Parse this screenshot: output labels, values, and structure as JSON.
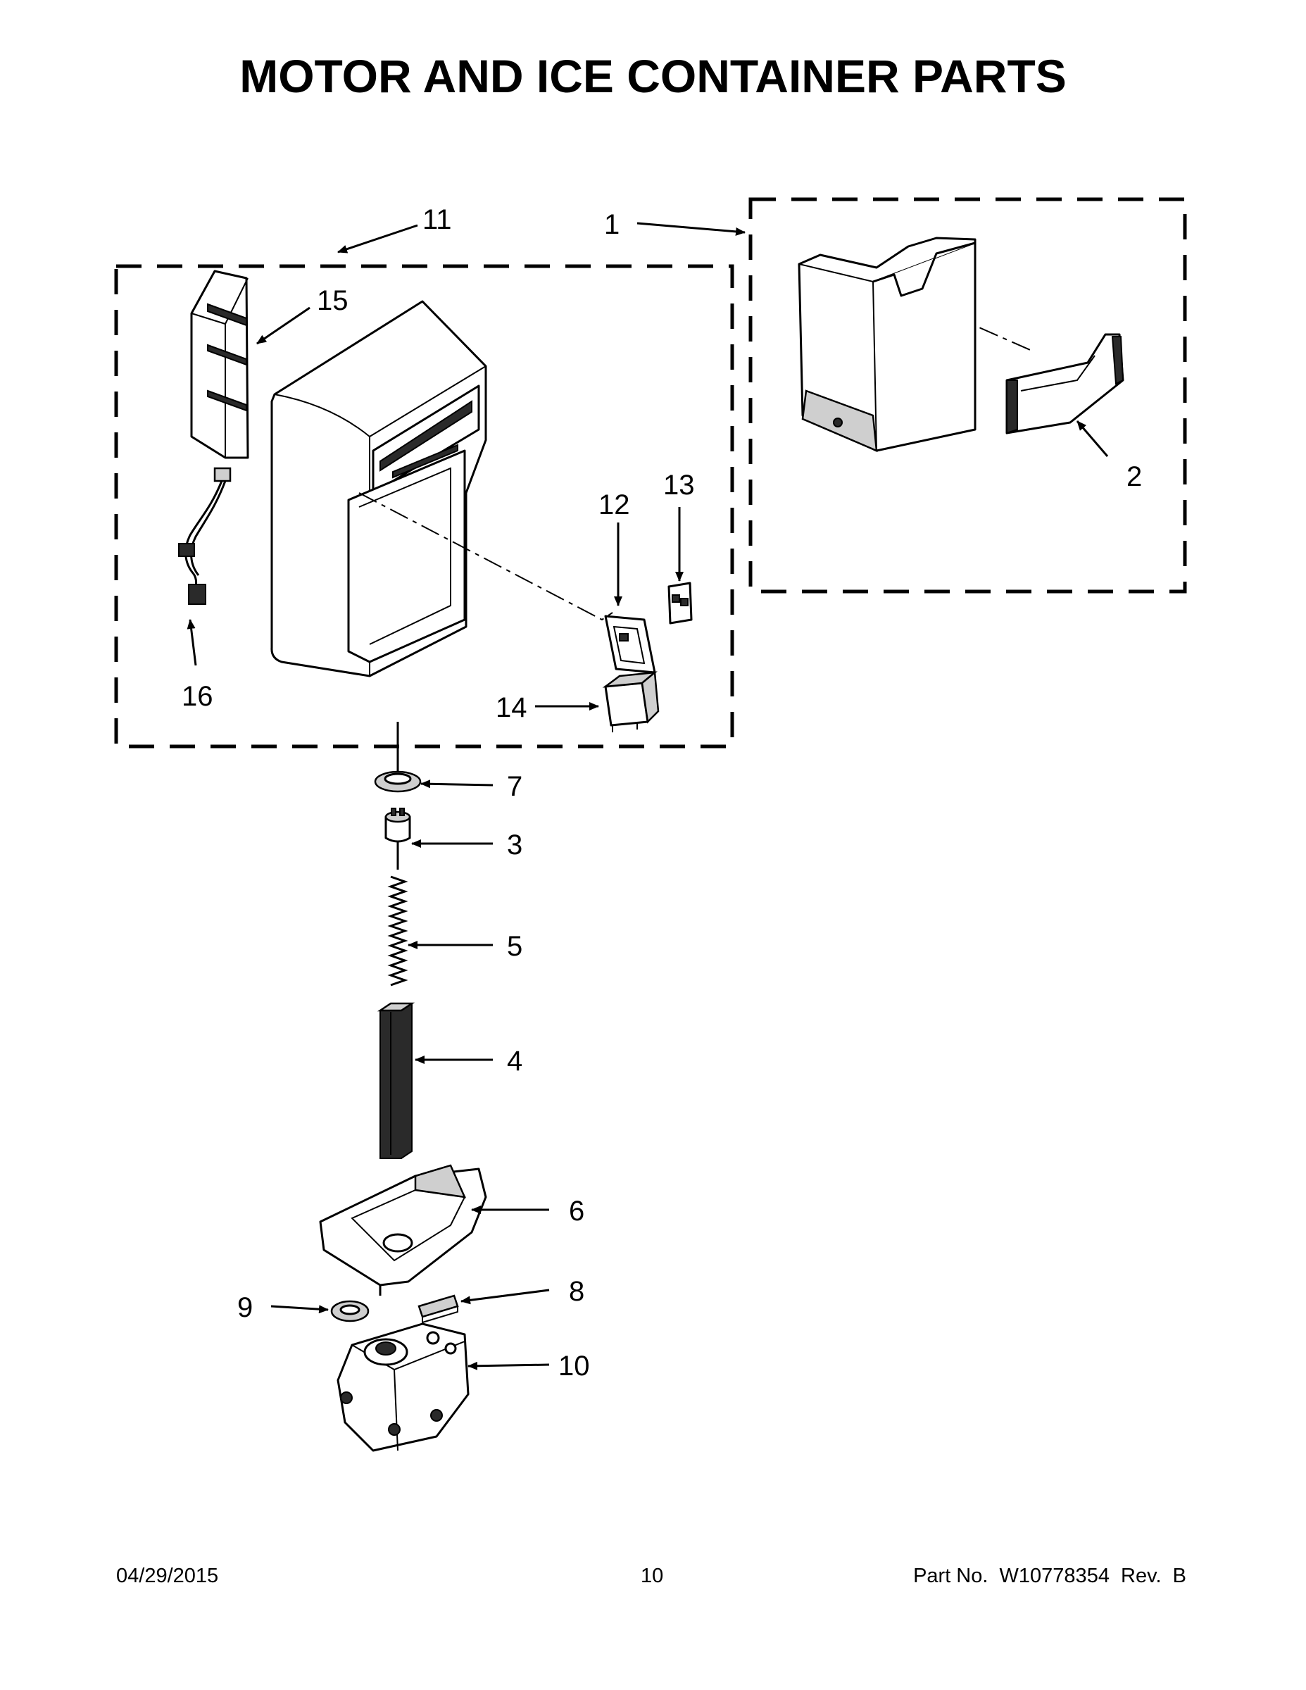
{
  "title": "MOTOR AND ICE CONTAINER PARTS",
  "callouts": {
    "c1": "1",
    "c2": "2",
    "c3": "3",
    "c4": "4",
    "c5": "5",
    "c6": "6",
    "c7": "7",
    "c8": "8",
    "c9": "9",
    "c10": "10",
    "c11": "11",
    "c12": "12",
    "c13": "13",
    "c14": "14",
    "c15": "15",
    "c16": "16"
  },
  "footer": {
    "date": "04/29/2015",
    "page": "10",
    "part": "Part No.  W10778354  Rev.  B"
  }
}
